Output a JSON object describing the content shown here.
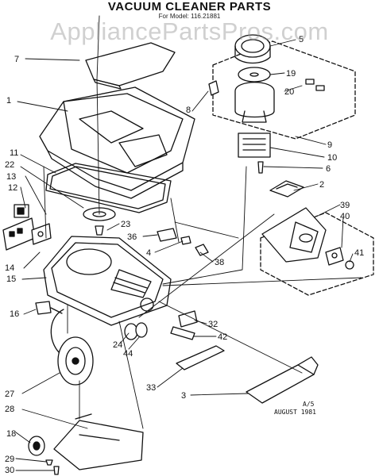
{
  "header": {
    "title": "VACUUM CLEANER PARTS",
    "subtitle": "For Model: 116.21881",
    "watermark": "AppliancePartsPros.com"
  },
  "footer": {
    "line1": "A/5",
    "line2": "AUGUST 1981"
  },
  "callouts": [
    "7",
    "1",
    "11",
    "22",
    "13",
    "12",
    "14",
    "15",
    "16",
    "27",
    "28",
    "18",
    "29",
    "30",
    "5",
    "19",
    "8",
    "20",
    "9",
    "10",
    "6",
    "2",
    "39",
    "40",
    "41",
    "23",
    "36",
    "4",
    "38",
    "32",
    "42",
    "24",
    "44",
    "33",
    "3"
  ],
  "colors": {
    "ink": "#111111",
    "watermark": "#969696"
  }
}
